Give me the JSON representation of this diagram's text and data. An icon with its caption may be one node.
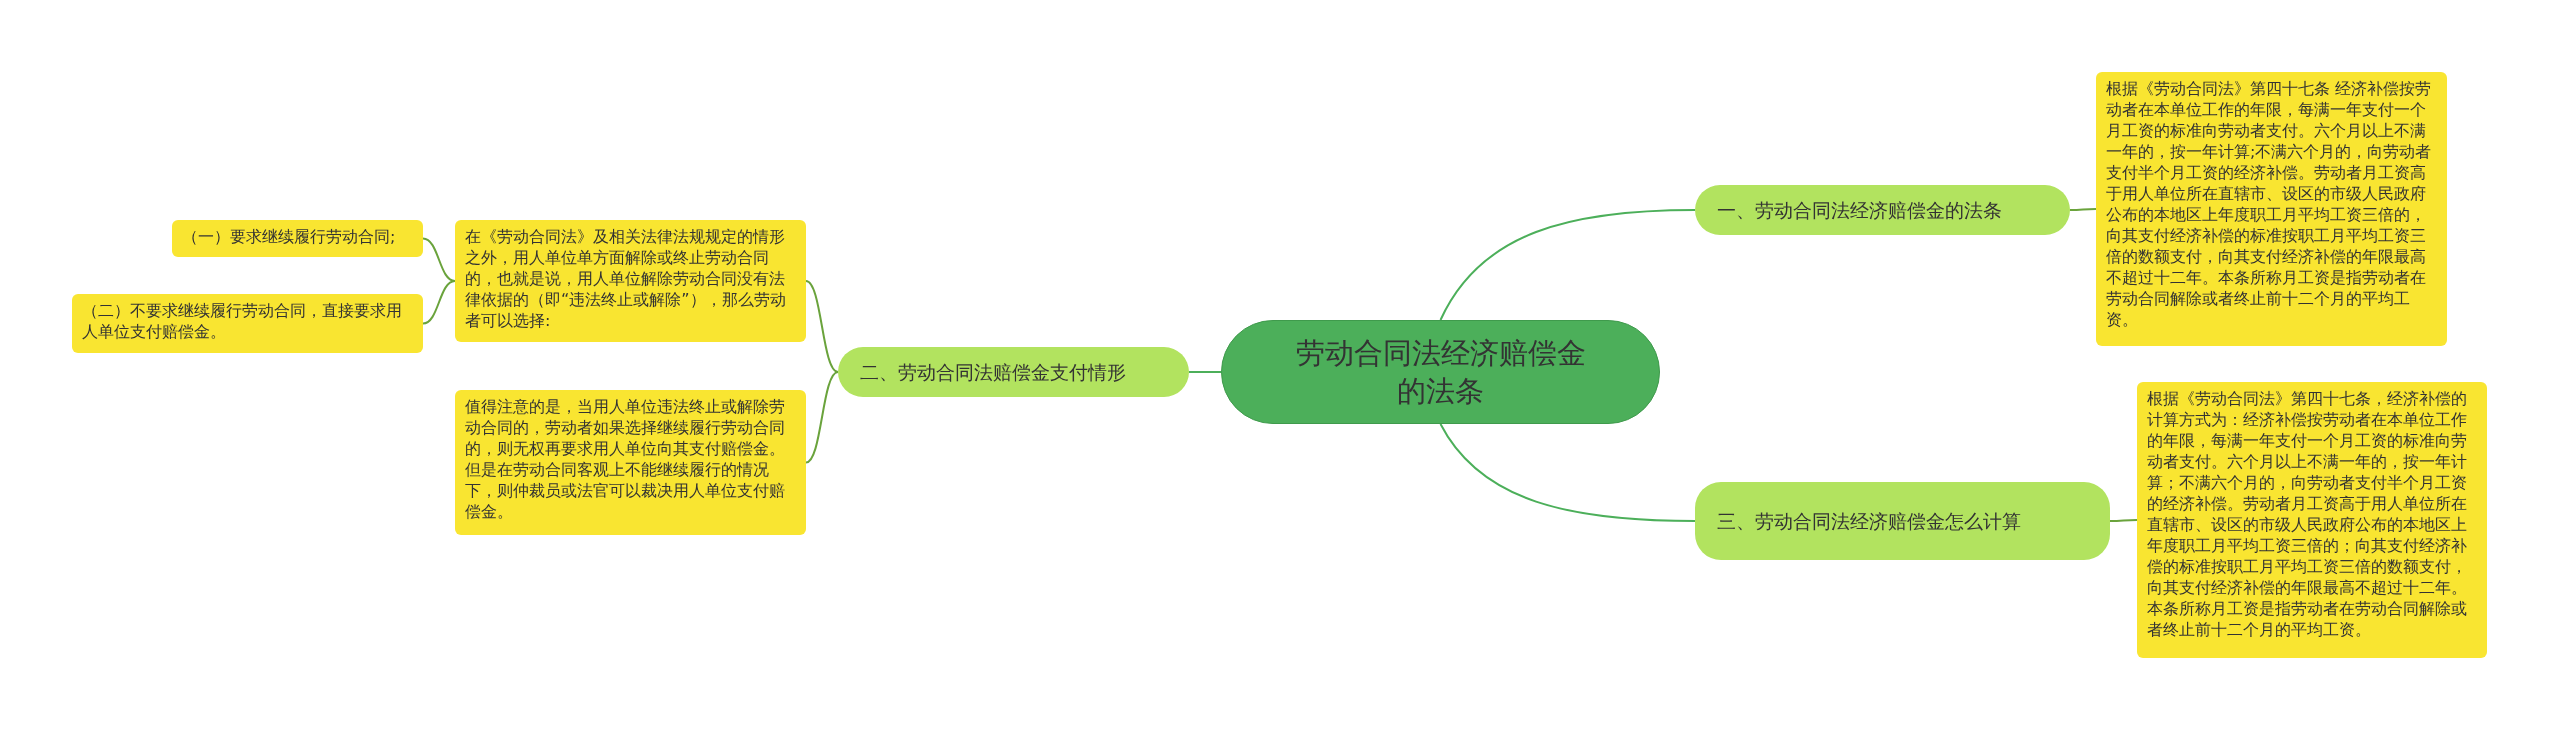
{
  "diagram": {
    "nodes": [
      {
        "text": [
          "劳动合同法经济赔偿金的法条"
        ]
      },
      {
        "text": [
          "一、劳动合同法经济赔偿金的法条"
        ]
      },
      {
        "text": [
          "根据《劳动合同法》第四十七条 经济补偿按劳动者在本单位工作的年限，每满一年支付一个月工资的标准向劳动者支付。六个月以上不满一年的，按一年计算;不满六个月的，向劳动者支付半个月工资的经济补偿。劳动者月工资高于用人单位所在直辖市、设区的市级人民政府公布的本地区上年度职工月平均工资三倍的，向其支付经济补偿的标准按职工月平均工资三倍的数额支付，向其支付经济补偿的年限最高不超过十二年。本条所称月工资是指劳动者在劳动合同解除或者终止前十二个月的平均工资。"
        ]
      },
      {
        "text": [
          "二、劳动合同法赔偿金支付情形"
        ]
      },
      {
        "text": [
          "在《劳动合同法》及相关法律法规规定的情形之外，用人单位单方面解除或终止劳动合同的，也就是说，用人单位解除劳动合同没有法律依据的（即“违法终止或解除”），那么劳动者可以选择:"
        ]
      },
      {
        "text": [
          "（一）要求继续履行劳动合同;"
        ]
      },
      {
        "text": [
          "（二）不要求继续履行劳动合同，直接要求用人单位支付赔偿金。"
        ]
      },
      {
        "text": [
          "值得注意的是，当用人单位违法终止或解除劳动合同的，劳动者如果选择继续履行劳动合同的，则无权再要求用人单位向其支付赔偿金。但是在劳动合同客观上不能继续履行的情况下，则仲裁员或法官可以裁决用人单位支付赔偿金。"
        ]
      },
      {
        "text": [
          "三、劳动合同法经济赔偿金怎么计算"
        ]
      },
      {
        "text": [
          "根据《劳动合同法》第四十七条，经济补偿的计算方式为：经济补偿按劳动者在本单位工作的年限，每满一年支付一个月工资的标准向劳动者支付。六个月以上不满一年的，按一年计算；不满六个月的，向劳动者支付半个月工资的经济补偿。劳动者月工资高于用人单位所在直辖市、设区的市级人民政府公布的本地区上年度职工月平均工资三倍的；向其支付经济补偿的标准按职工月平均工资三倍的数额支付，向其支付经济补偿的年限最高不超过十二年。本条所称月工资是指劳动者在劳动合同解除或者终止前十二个月的平均工资。"
        ]
      }
    ],
    "edges": [
      {
        "from": 0,
        "to": 1,
        "arrow": "none"
      },
      {
        "from": 1,
        "to": 2,
        "arrow": "none"
      },
      {
        "from": 0,
        "to": 3,
        "arrow": "none"
      },
      {
        "from": 3,
        "to": 4,
        "arrow": "none"
      },
      {
        "from": 4,
        "to": 5,
        "arrow": "none"
      },
      {
        "from": 4,
        "to": 6,
        "arrow": "none"
      },
      {
        "from": 3,
        "to": 7,
        "arrow": "none"
      },
      {
        "from": 0,
        "to": 8,
        "arrow": "none"
      },
      {
        "from": 8,
        "to": 9,
        "arrow": "none"
      }
    ]
  }
}
